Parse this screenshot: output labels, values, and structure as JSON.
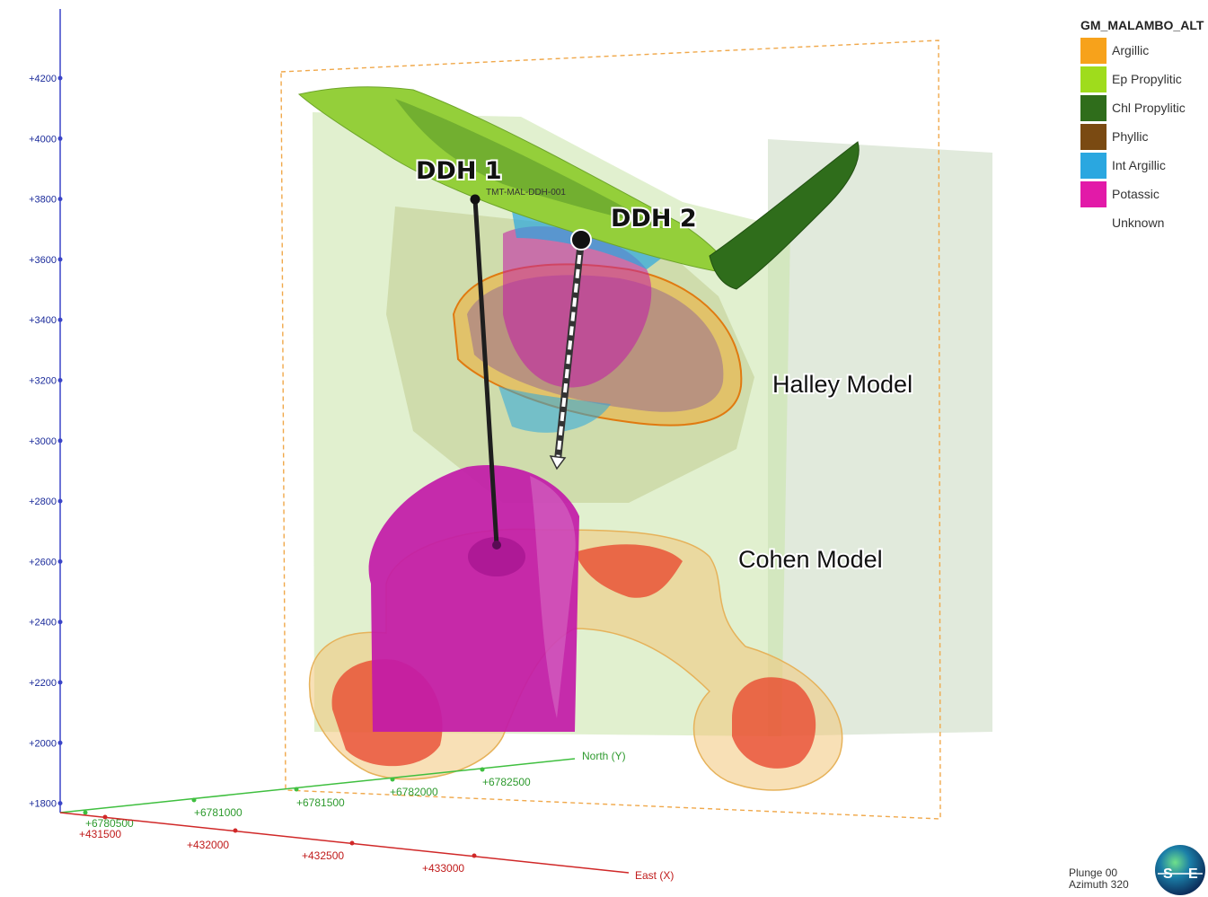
{
  "legend": {
    "title": "GM_MALAMBO_ALT",
    "items": [
      {
        "label": "Argillic",
        "color": "#f7a21b"
      },
      {
        "label": "Ep Propylitic",
        "color": "#9fdc1c"
      },
      {
        "label": "Chl Propylitic",
        "color": "#2f6d1b"
      },
      {
        "label": "Phyllic",
        "color": "#7a4a12"
      },
      {
        "label": "Int Argillic",
        "color": "#2aa7e0"
      },
      {
        "label": "Potassic",
        "color": "#e21aa8"
      },
      {
        "label": "Unknown",
        "color": ""
      }
    ]
  },
  "z_axis": {
    "ticks": [
      "+4200",
      "+4000",
      "+3800",
      "+3600",
      "+3400",
      "+3200",
      "+3000",
      "+2800",
      "+2600",
      "+2400",
      "+2200",
      "+2000",
      "+1800"
    ]
  },
  "north_axis": {
    "name": "North (Y)",
    "ticks": [
      "+6780500",
      "+6781000",
      "+6781500",
      "+6782000",
      "+6782500"
    ]
  },
  "east_axis": {
    "name": "East (X)",
    "ticks": [
      "+431500",
      "+432000",
      "+432500",
      "+433000"
    ]
  },
  "drillholes": {
    "ddh1": {
      "label": "DDH 1",
      "id": "TMT-MAL-DDH-001"
    },
    "ddh2": {
      "label": "DDH 2"
    }
  },
  "models": {
    "halley": "Halley Model",
    "cohen": "Cohen Model"
  },
  "view": {
    "plunge": "Plunge 00",
    "azimuth": "Azimuth 320"
  },
  "compass": {
    "letters": [
      "S",
      "E"
    ]
  }
}
